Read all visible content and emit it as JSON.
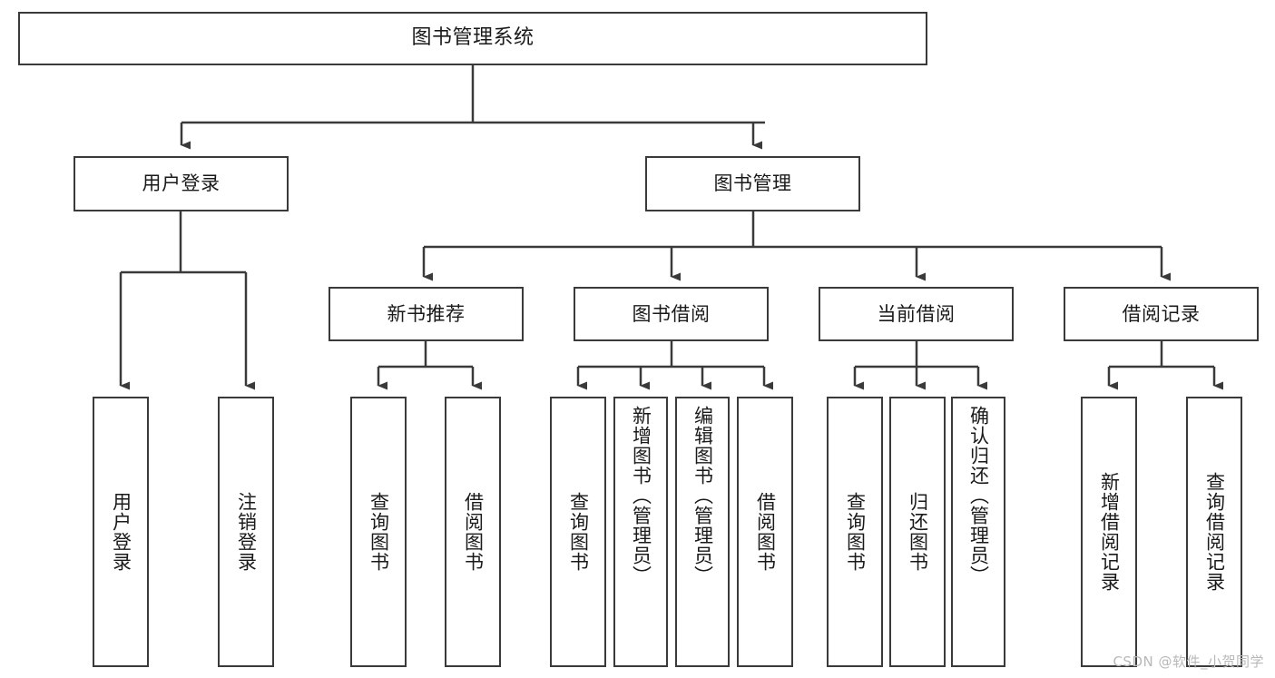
{
  "diagram": {
    "type": "tree-hierarchy-chart",
    "title": "图书管理系统",
    "orientation": "top-down",
    "stroke_color": "#3a3a3a",
    "fill_color": "#ffffff",
    "text_color": "#1a1a1a"
  },
  "nodes": {
    "root": {
      "label": "图书管理系统",
      "level": 1
    },
    "level2": [
      {
        "id": "user-login",
        "label": "用户登录",
        "level": 2
      },
      {
        "id": "book-manage",
        "label": "图书管理",
        "level": 2
      }
    ],
    "level3": [
      {
        "id": "new-book-recommend",
        "label": "新书推荐",
        "level": 3
      },
      {
        "id": "book-borrow",
        "label": "图书借阅",
        "level": 3
      },
      {
        "id": "current-borrow",
        "label": "当前借阅",
        "level": 3
      },
      {
        "id": "borrow-record",
        "label": "借阅记录",
        "level": 3
      }
    ],
    "leaves": {
      "user-login": [
        {
          "id": "leaf-user-login",
          "label": "用户登录"
        },
        {
          "id": "leaf-user-logout",
          "label": "注销登录"
        }
      ],
      "new-book-recommend": [
        {
          "id": "leaf-query-book-1",
          "label": "查询图书"
        },
        {
          "id": "leaf-borrow-book-1",
          "label": "借阅图书"
        }
      ],
      "book-borrow": [
        {
          "id": "leaf-query-book-2",
          "label": "查询图书"
        },
        {
          "id": "leaf-add-book",
          "label": "新增图书（管理员）"
        },
        {
          "id": "leaf-edit-book",
          "label": "编辑图书（管理员）"
        },
        {
          "id": "leaf-borrow-book-2",
          "label": "借阅图书"
        }
      ],
      "current-borrow": [
        {
          "id": "leaf-query-book-3",
          "label": "查询图书"
        },
        {
          "id": "leaf-return-book",
          "label": "归还图书"
        },
        {
          "id": "leaf-confirm-return",
          "label": "确认归还（管理员）"
        }
      ],
      "borrow-record": [
        {
          "id": "leaf-add-record",
          "label": "新增借阅记录"
        },
        {
          "id": "leaf-query-record",
          "label": "查询借阅记录"
        }
      ]
    }
  },
  "watermark": {
    "text": "CSDN @软件_小贺同学"
  }
}
